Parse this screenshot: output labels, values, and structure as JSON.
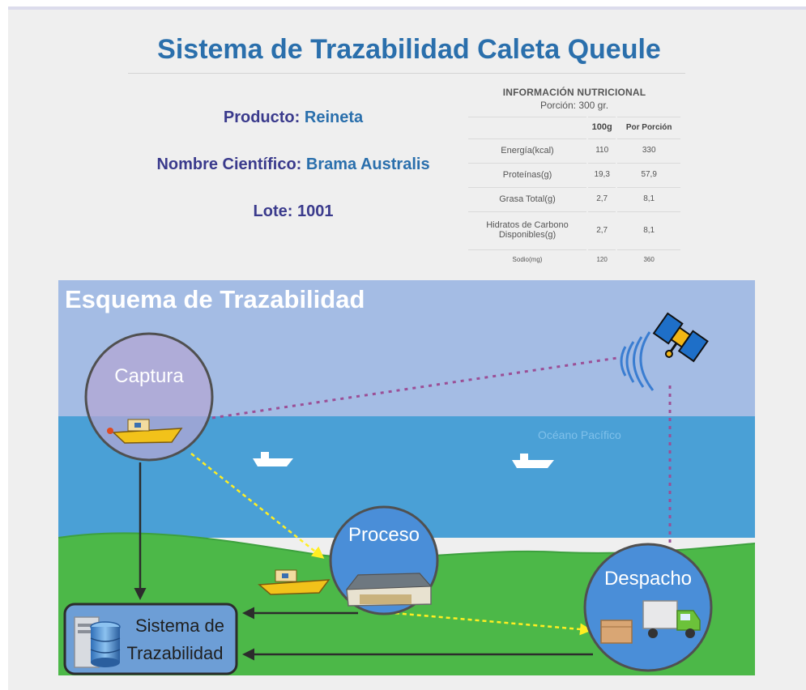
{
  "header": {
    "title": "Sistema de Trazabilidad Caleta Queule"
  },
  "product": {
    "product_label": "Producto:",
    "product_value": "Reineta",
    "scientific_label": "Nombre Científico:",
    "scientific_value": "Brama Australis",
    "lot_label": "Lote:",
    "lot_value": "1001"
  },
  "nutrition": {
    "title": "INFORMACIÓN NUTRICIONAL",
    "portion": "Porción: 300 gr.",
    "headers": [
      "",
      "100g",
      "Por Porción"
    ],
    "rows": [
      {
        "label": "Energía(kcal)",
        "per100": "110",
        "perPortion": "330"
      },
      {
        "label": "Proteínas(g)",
        "per100": "19,3",
        "perPortion": "57,9"
      },
      {
        "label": "Grasa Total(g)",
        "per100": "2,7",
        "perPortion": "8,1"
      },
      {
        "label": "Hidratos de Carbono Disponibles(g)",
        "per100": "2,7",
        "perPortion": "8,1"
      },
      {
        "label": "Sodio(mg)",
        "per100": "120",
        "perPortion": "360"
      }
    ]
  },
  "diagram": {
    "title": "Esquema de Trazabilidad",
    "ocean_label": "Océano Pacífico",
    "nodes": {
      "capture": "Captura",
      "process": "Proceso",
      "dispatch": "Despacho",
      "system_line1": "Sistema de",
      "system_line2": "Trazabilidad"
    },
    "colors": {
      "sky": "#a4bce4",
      "sea": "#4aa0d6",
      "land": "#4cb848",
      "arrow_dotted": "#ffee22",
      "link_dotted": "#9b4f96"
    }
  }
}
